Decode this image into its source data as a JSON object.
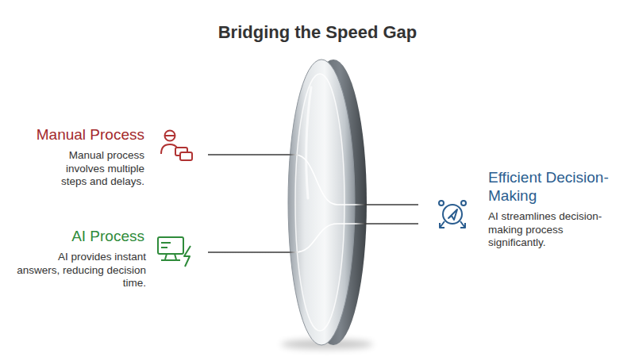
{
  "diagram": {
    "title": "Bridging the Speed Gap",
    "nodes": [
      {
        "text": [
          "Manual Process",
          "Manual process involves multiple steps and delays."
        ]
      },
      {
        "text": [
          "AI Process",
          "AI provides instant answers, reducing decision time."
        ]
      },
      {
        "text": [
          "Efficient Decision-Making",
          "AI streamlines decision-making process significantly."
        ]
      }
    ],
    "edges": [
      {
        "from": 0,
        "to": 2,
        "arrow": "none"
      },
      {
        "from": 1,
        "to": 2,
        "arrow": "none"
      }
    ]
  }
}
